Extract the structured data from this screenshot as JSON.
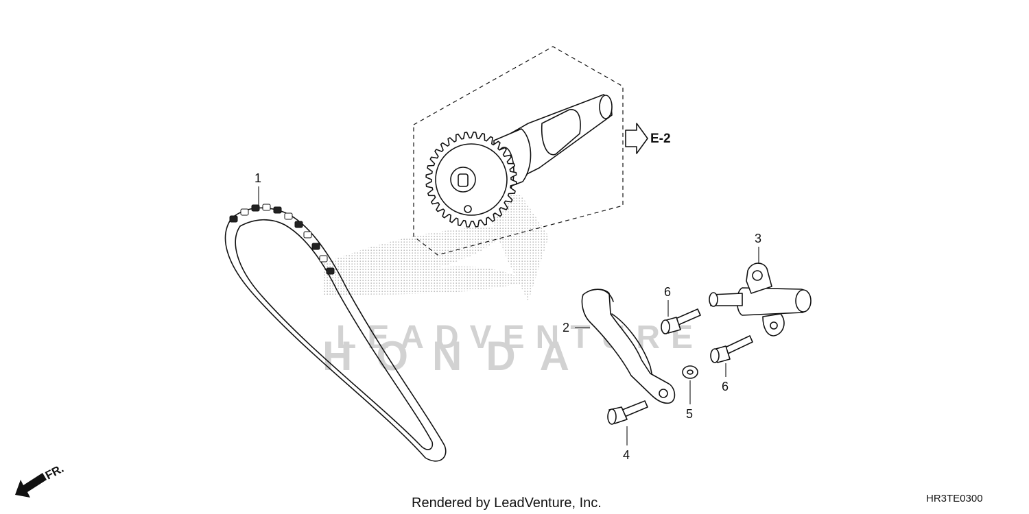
{
  "diagram": {
    "callouts": [
      {
        "id": "1",
        "label": "1"
      },
      {
        "id": "2",
        "label": "2"
      },
      {
        "id": "3",
        "label": "3"
      },
      {
        "id": "4",
        "label": "4"
      },
      {
        "id": "5",
        "label": "5"
      },
      {
        "id": "6a",
        "label": "6"
      },
      {
        "id": "6b",
        "label": "6"
      }
    ],
    "assembly_reference": "E-2",
    "front_indicator": "FR.",
    "footer_text": "Rendered by LeadVenture, Inc.",
    "diagram_code": "HR3TE0300",
    "watermark": {
      "brand": "HONDA",
      "text": "LEADVENTURE"
    }
  }
}
